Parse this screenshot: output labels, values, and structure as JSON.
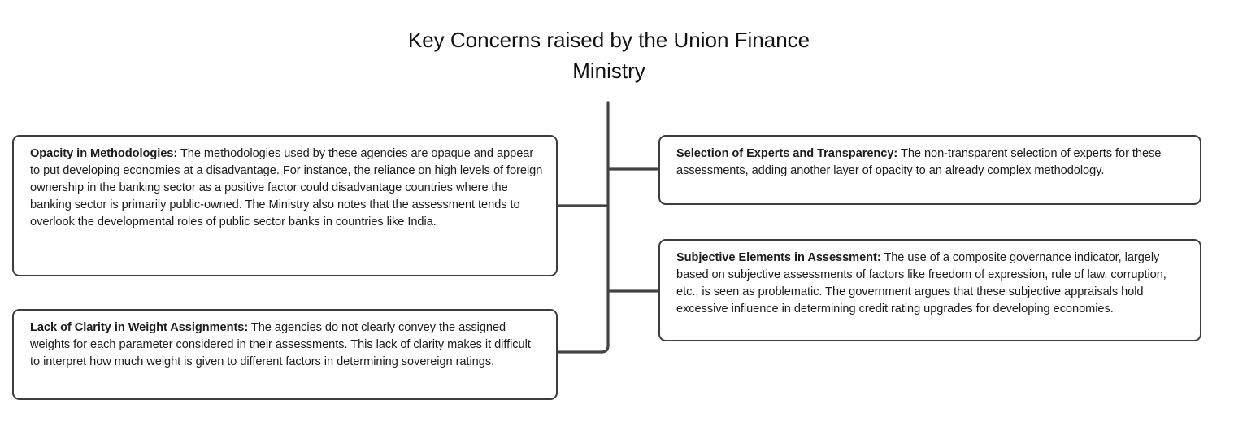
{
  "diagram": {
    "type": "horizontal-tree",
    "title": "Key Concerns raised by the Union Finance\nMinistry",
    "colors": {
      "border": "#3d3d3d",
      "connector": "#434343",
      "text": "#1b1b1b",
      "background": "#ffffff"
    },
    "nodes": [
      {
        "id": "opacity",
        "side": "left",
        "lead": "Opacity in Methodologies:",
        "body": " The methodologies used by these agencies are opaque and appear to put developing economies at a disadvantage. For instance, the reliance on high levels of foreign ownership in the banking sector as a positive factor could disadvantage countries where the banking sector is primarily public-owned. The Ministry also notes that the assessment tends to overlook the developmental roles of public sector banks in countries like India."
      },
      {
        "id": "weights",
        "side": "left",
        "lead": " Lack of Clarity in Weight Assignments:",
        "body": " The agencies do not clearly convey the assigned weights for each parameter considered in their assessments. This lack of clarity makes it difficult to interpret how much weight is given to different factors in determining sovereign ratings."
      },
      {
        "id": "experts",
        "side": "right",
        "lead": "Selection of Experts and Transparency:",
        "body": " The non-transparent selection of experts for these assessments, adding another layer of opacity to an already complex methodology."
      },
      {
        "id": "subjective",
        "side": "right",
        "lead": "Subjective Elements in Assessment:",
        "body": " The use of a composite governance indicator, largely based on subjective assessments of factors like freedom of expression, rule of law, corruption, etc., is seen as problematic. The government argues that these subjective appraisals hold excessive influence in determining credit rating upgrades for developing economies."
      }
    ]
  }
}
